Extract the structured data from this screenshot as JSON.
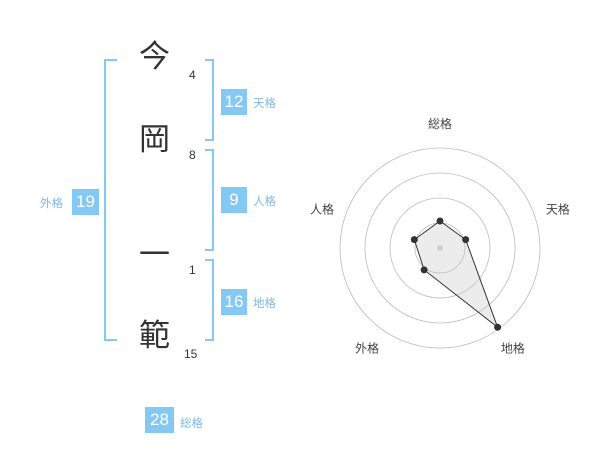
{
  "name": {
    "characters": [
      {
        "char": "今",
        "strokes": "4"
      },
      {
        "char": "岡",
        "strokes": "8"
      },
      {
        "char": "一",
        "strokes": "1"
      },
      {
        "char": "範",
        "strokes": "15"
      }
    ]
  },
  "kaku": {
    "tenkaku": {
      "value": "12",
      "label": "天格"
    },
    "jinkaku": {
      "value": "9",
      "label": "人格"
    },
    "chikaku": {
      "value": "16",
      "label": "地格"
    },
    "gaikaku": {
      "value": "19",
      "label": "外格"
    },
    "soukaku": {
      "value": "28",
      "label": "総格"
    }
  },
  "colors": {
    "accent": "#84c8f4",
    "bracket": "#84c8f4",
    "text": "#333333"
  },
  "chart_data": {
    "type": "radar",
    "axes": [
      "総格",
      "天格",
      "地格",
      "外格",
      "人格"
    ],
    "values": [
      0.27,
      0.27,
      0.98,
      0.27,
      0.27
    ],
    "rings": 4,
    "range": [
      0,
      1
    ]
  }
}
